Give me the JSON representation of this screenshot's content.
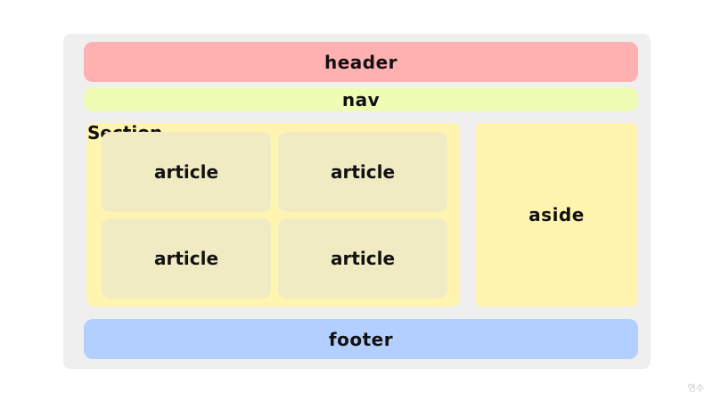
{
  "labels": {
    "header": "header",
    "nav": "nav",
    "section": "Section",
    "article_1": "article",
    "article_2": "article",
    "article_3": "article",
    "article_4": "article",
    "aside": "aside",
    "footer": "footer"
  },
  "watermark": "연수",
  "colors": {
    "outer": "#efefef",
    "header": "#ffb0b0",
    "nav": "#eefcb4",
    "section": "#fff4b0",
    "article": "#f1ebc4",
    "aside": "#fff4b0",
    "footer": "#b3cfff"
  }
}
